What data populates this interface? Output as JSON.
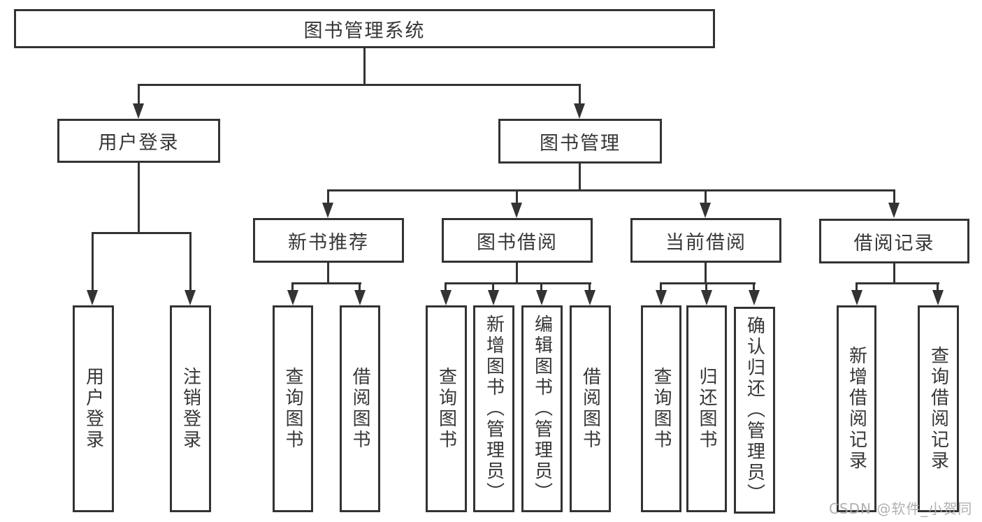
{
  "tree": {
    "root": {
      "label": "图书管理系统",
      "children": [
        {
          "label": "用户登录",
          "children": [
            {
              "label": "用户登录"
            },
            {
              "label": "注销登录"
            }
          ]
        },
        {
          "label": "图书管理",
          "children": [
            {
              "label": "新书推荐",
              "children": [
                {
                  "label": "查询图书"
                },
                {
                  "label": "借阅图书"
                }
              ]
            },
            {
              "label": "图书借阅",
              "children": [
                {
                  "label": "查询图书"
                },
                {
                  "label": "新增图书（管理员）"
                },
                {
                  "label": "编辑图书（管理员）"
                },
                {
                  "label": "借阅图书"
                }
              ]
            },
            {
              "label": "当前借阅",
              "children": [
                {
                  "label": "查询图书"
                },
                {
                  "label": "归还图书"
                },
                {
                  "label": "确认归还（管理员）"
                }
              ]
            },
            {
              "label": "借阅记录",
              "children": [
                {
                  "label": "新增借阅记录"
                },
                {
                  "label": "查询借阅记录"
                }
              ]
            }
          ]
        }
      ]
    }
  },
  "watermark": {
    "text": "CSDN @软件_小贺同学"
  },
  "colors": {
    "line": "#333333",
    "text": "#363636",
    "watermark": "#a8a8a8",
    "bg": "#ffffff"
  }
}
